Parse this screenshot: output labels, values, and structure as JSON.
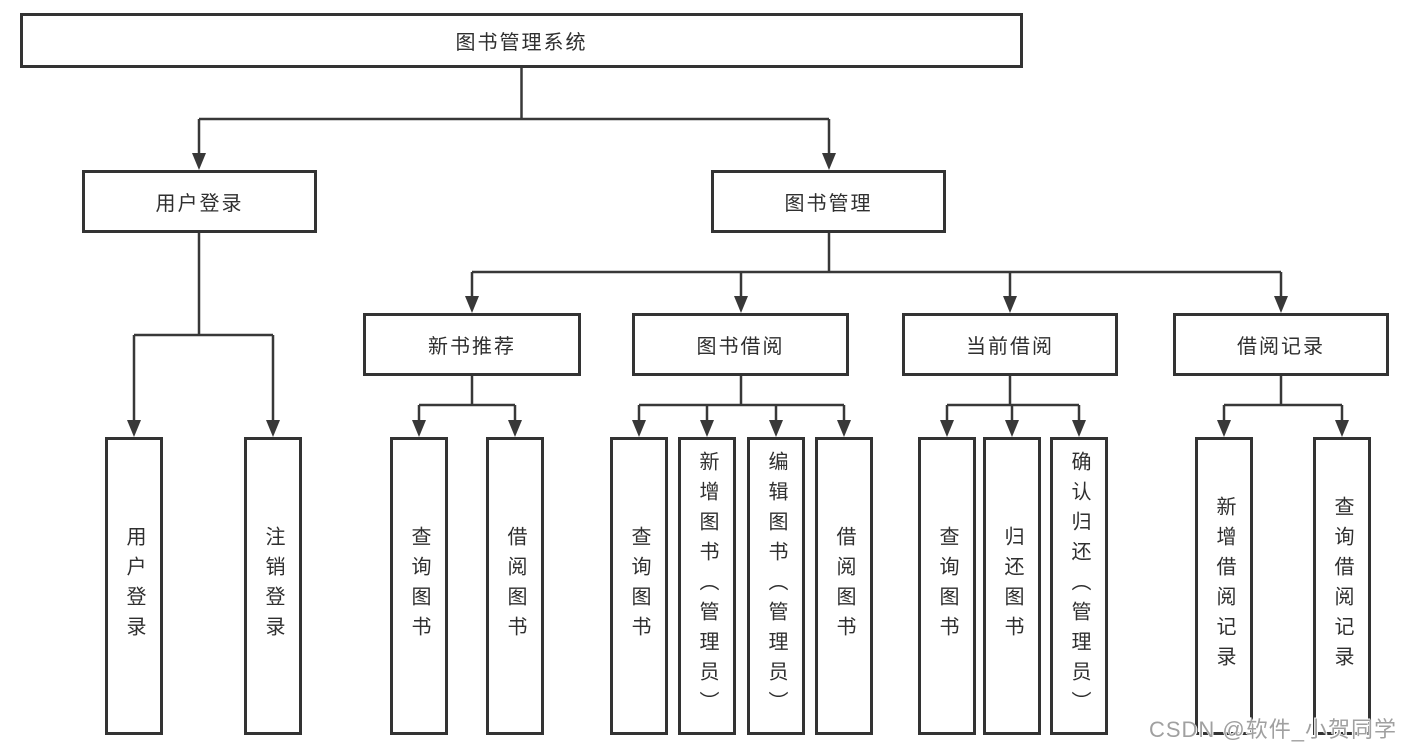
{
  "watermark": "CSDN @软件_小贺同学",
  "colors": {
    "line": "#383838",
    "box_border": "#333333",
    "box_fill": "#ffffff",
    "watermark_gray": "#a0a0a0"
  },
  "tree": {
    "label": "图书管理系统",
    "children": [
      {
        "label": "用户登录",
        "children": [
          {
            "label": "用户登录"
          },
          {
            "label": "注销登录"
          }
        ]
      },
      {
        "label": "图书管理",
        "children": [
          {
            "label": "新书推荐",
            "children": [
              {
                "label": "查询图书"
              },
              {
                "label": "借阅图书"
              }
            ]
          },
          {
            "label": "图书借阅",
            "children": [
              {
                "label": "查询图书"
              },
              {
                "label": "新增图书（管理员）"
              },
              {
                "label": "编辑图书（管理员）"
              },
              {
                "label": "借阅图书"
              }
            ]
          },
          {
            "label": "当前借阅",
            "children": [
              {
                "label": "查询图书"
              },
              {
                "label": "归还图书"
              },
              {
                "label": "确认归还（管理员）"
              }
            ]
          },
          {
            "label": "借阅记录",
            "children": [
              {
                "label": "新增借阅记录"
              },
              {
                "label": "查询借阅记录"
              }
            ]
          }
        ]
      }
    ]
  }
}
